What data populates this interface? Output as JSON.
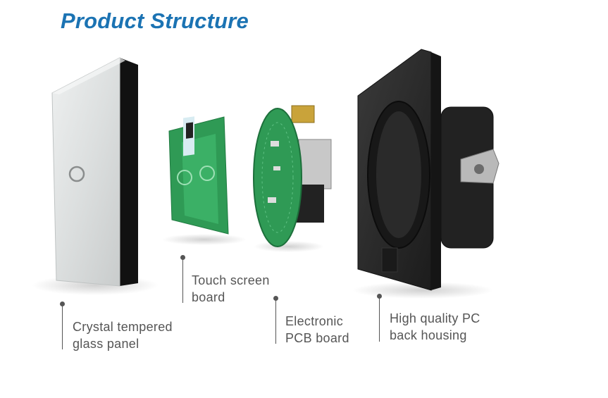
{
  "title": "Product Structure",
  "components": [
    {
      "id": "glass",
      "lines": [
        "Crystal tempered",
        "glass panel"
      ]
    },
    {
      "id": "touch",
      "lines": [
        "Touch screen",
        "board"
      ]
    },
    {
      "id": "pcb",
      "lines": [
        "Electronic",
        "PCB board"
      ]
    },
    {
      "id": "housing",
      "lines": [
        "High quality PC",
        "back housing"
      ]
    }
  ],
  "colors": {
    "title": "#1b73b3",
    "label": "#555555",
    "pcb": "#2f9a55",
    "housing": "#2a2a2a",
    "glass": "#d9dcdc"
  }
}
